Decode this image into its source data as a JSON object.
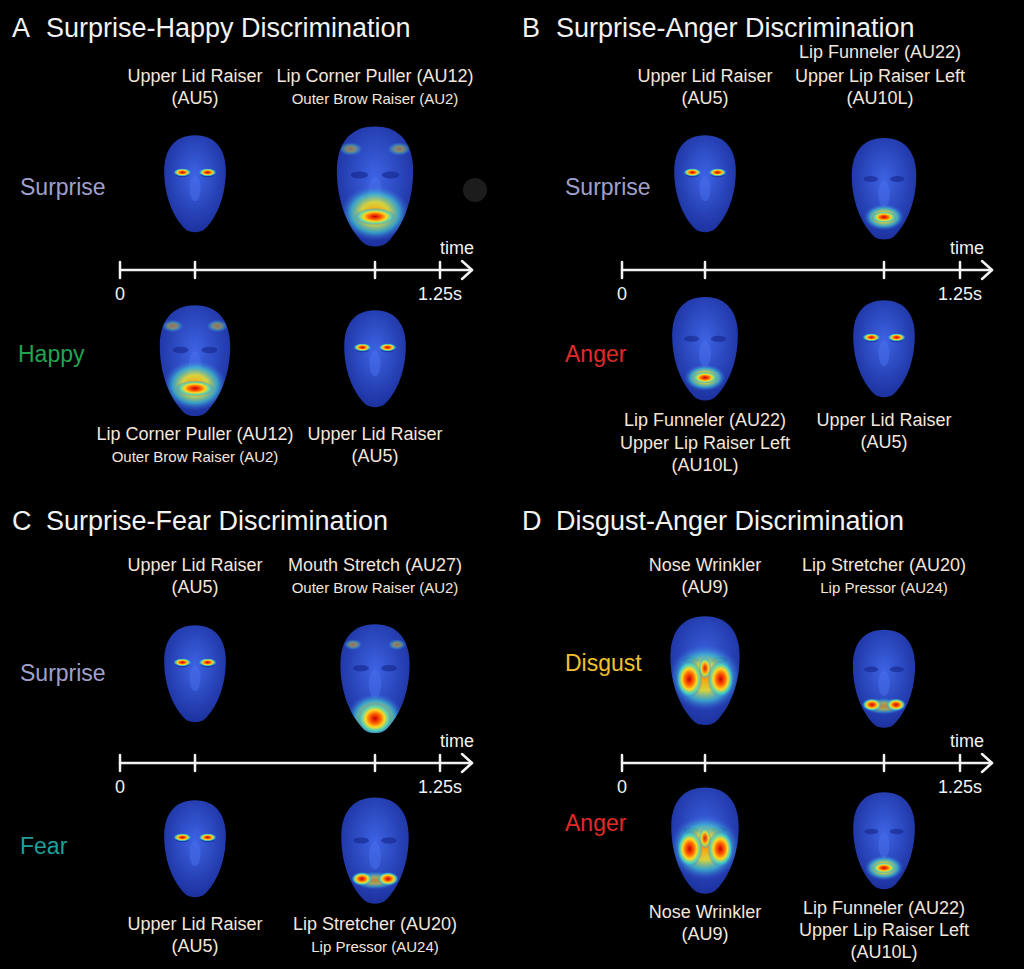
{
  "diagram": {
    "labels": [
      "A",
      "Surprise-Happy Discrimination",
      "Upper Lid Raiser (AU5)",
      "Lip Corner Puller (AU12)",
      "Outer Brow Raiser (AU2)",
      "Surprise",
      "time",
      "0",
      "1.25s",
      "Happy",
      "Lip Corner Puller (AU12)",
      "Outer Brow Raiser (AU2)",
      "Upper Lid Raiser (AU5)",
      "B",
      "Surprise-Anger Discrimination",
      "Upper Lid Raiser (AU5)",
      "Lip Funneler (AU22)",
      "Upper Lip Raiser Left (AU10L)",
      "Surprise",
      "time",
      "0",
      "1.25s",
      "Anger",
      "Lip Funneler (AU22)",
      "Upper Lip Raiser Left (AU10L)",
      "Upper Lid Raiser (AU5)",
      "C",
      "Surprise-Fear Discrimination",
      "Upper Lid Raiser (AU5)",
      "Mouth Stretch (AU27)",
      "Outer Brow Raiser (AU2)",
      "Surprise",
      "time",
      "0",
      "1.25s",
      "Fear",
      "Upper Lid Raiser (AU5)",
      "Lip Stretcher (AU20)",
      "Lip Pressor (AU24)",
      "D",
      "Disgust-Anger Discrimination",
      "Nose Wrinkler (AU9)",
      "Lip Stretcher (AU20)",
      "Lip Pressor (AU24)",
      "Disgust",
      "time",
      "0",
      "1.25s",
      "Anger",
      "Nose Wrinkler (AU9)",
      "Lip Funneler (AU22)",
      "Upper Lip Raiser Left (AU10L)"
    ]
  }
}
